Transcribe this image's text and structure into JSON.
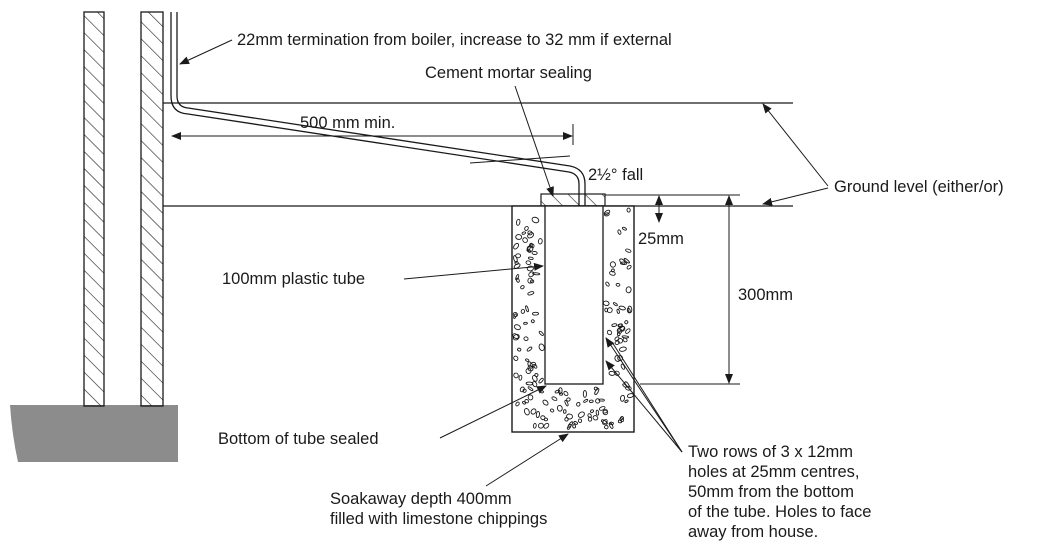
{
  "labels": {
    "termination": "22mm termination from boiler, increase to 32 mm if external",
    "cement": "Cement mortar sealing",
    "min_dist": "500 mm min.",
    "fall": "2½° fall",
    "ground": "Ground level (either/or)",
    "depth25": "25mm",
    "tube": "100mm plastic tube",
    "depth300": "300mm",
    "bottom": "Bottom of tube sealed",
    "soak": [
      "Soakaway depth 400mm",
      "filled with limestone chippings"
    ],
    "holes": [
      "Two rows of 3 x 12mm",
      "holes at 25mm centres,",
      "50mm from the bottom",
      "of the tube. Holes to face",
      "away from house."
    ]
  },
  "colors": {
    "line": "#1a1a1a",
    "ground_fill": "#8c8c8c",
    "background": "#ffffff"
  }
}
